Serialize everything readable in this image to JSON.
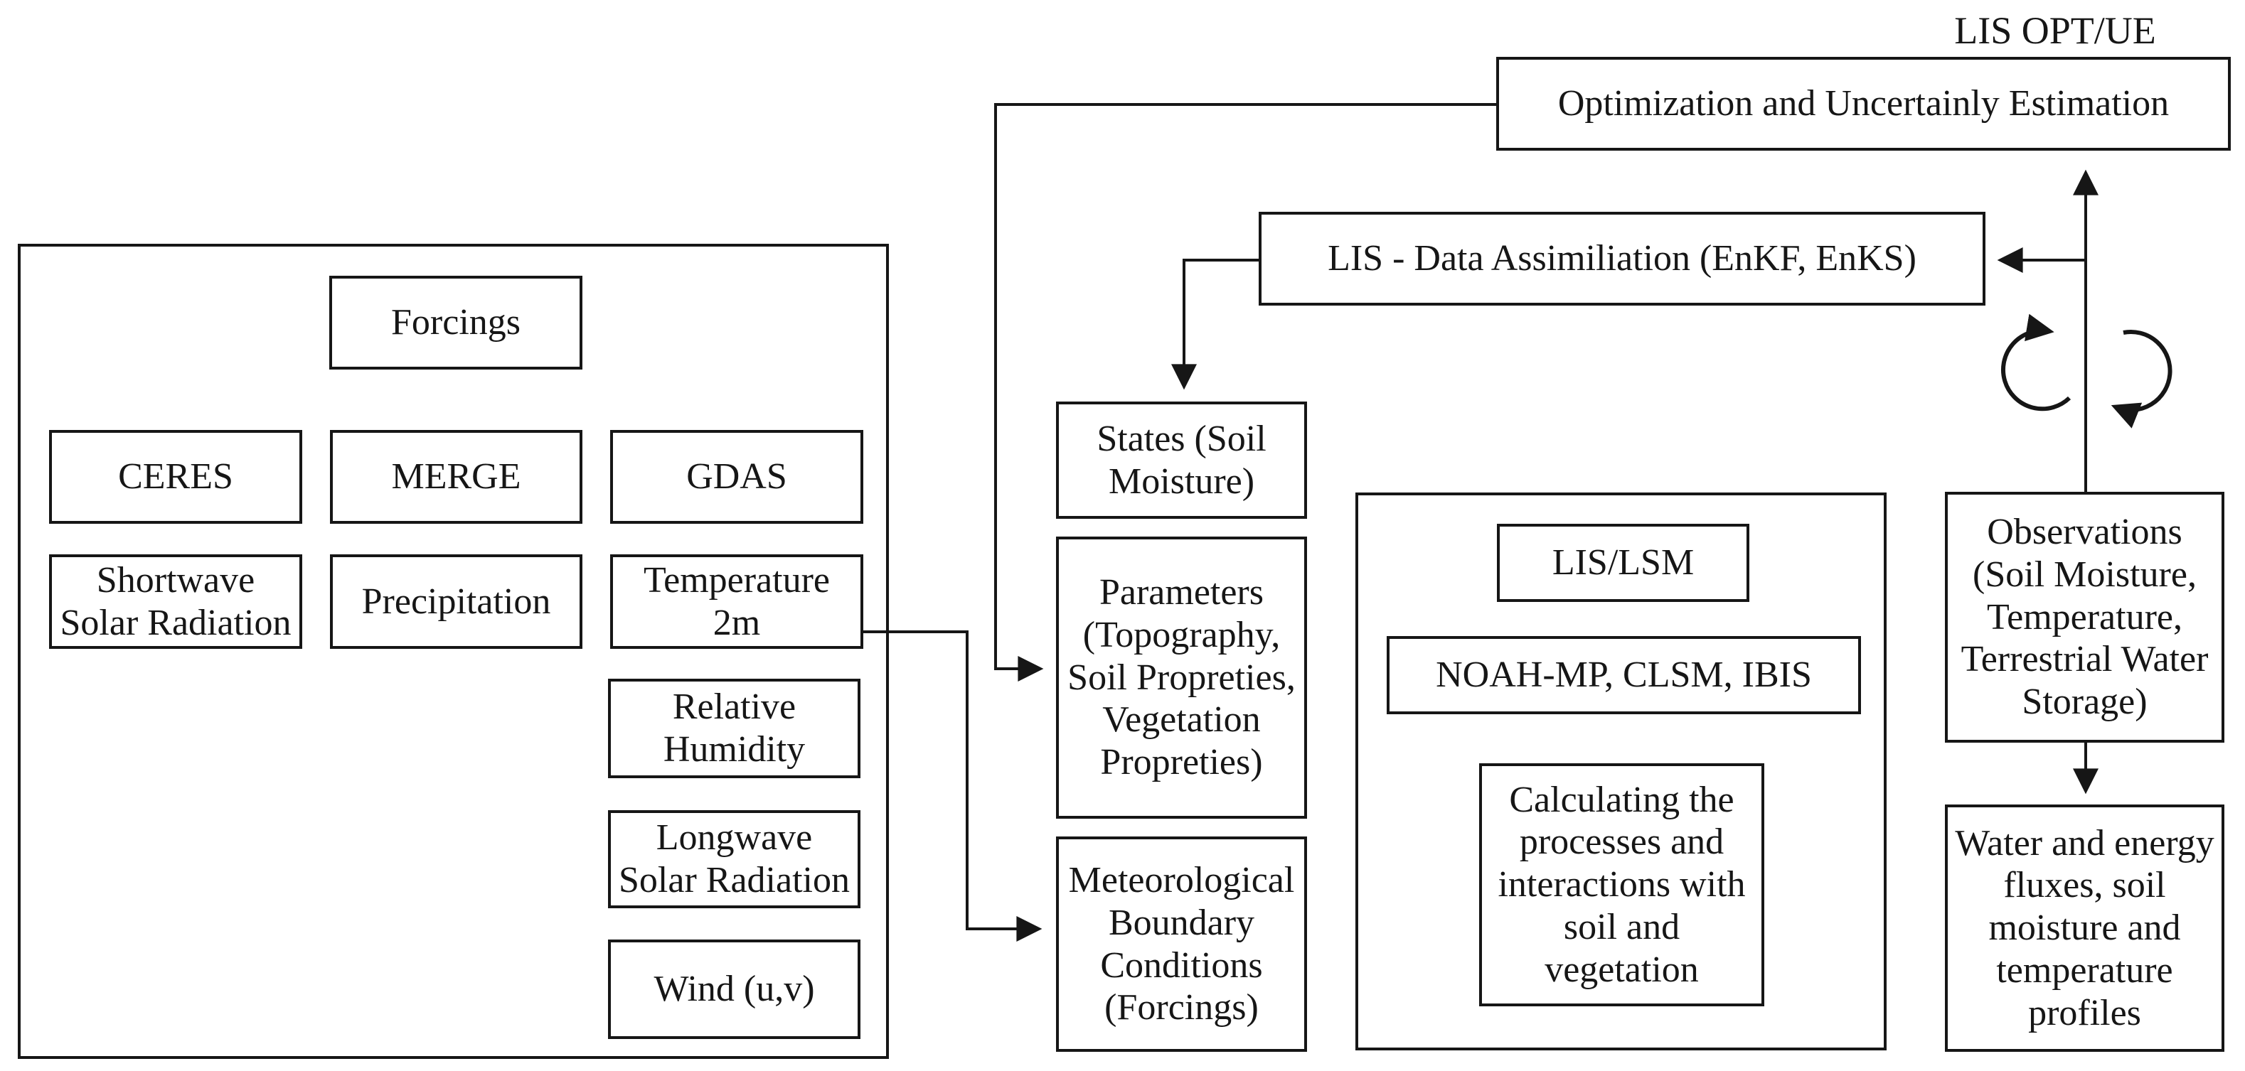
{
  "diagram": {
    "corner_label": "LIS OPT/UE",
    "boxes": {
      "optimization": "Optimization and Uncertainly Estimation",
      "data_assimilation": "LIS - Data Assimiliation (EnKF, EnKS)",
      "forcings": "Forcings",
      "ceres": "CERES",
      "merge": "MERGE",
      "gdas": "GDAS",
      "shortwave": "Shortwave\nSolar Radiation",
      "precipitation": "Precipitation",
      "temperature_2m": "Temperature\n2m",
      "relative_humidity": "Relative\nHumidity",
      "longwave": "Longwave\nSolar Radiation",
      "wind": "Wind (u,v)",
      "states": "States (Soil\nMoisture)",
      "parameters": "Parameters\n(Topography,\nSoil Propreties,\nVegetation\nPropreties)",
      "meteorological": "Meteorological\nBoundary\nConditions\n(Forcings)",
      "lis_lsm": "LIS/LSM",
      "lsm_models": "NOAH-MP, CLSM, IBIS",
      "lsm_description": "Calculating the\nprocesses and\ninteractions with\nsoil and\nvegetation",
      "observations": "Observations\n(Soil Moisture,\nTemperature,\nTerrestrial Water\nStorage)",
      "output_fluxes": "Water and energy\nfluxes, soil\nmoisture and\ntemperature\nprofiles"
    },
    "colors": {
      "ink": "#161616",
      "background": "#ffffff"
    }
  }
}
